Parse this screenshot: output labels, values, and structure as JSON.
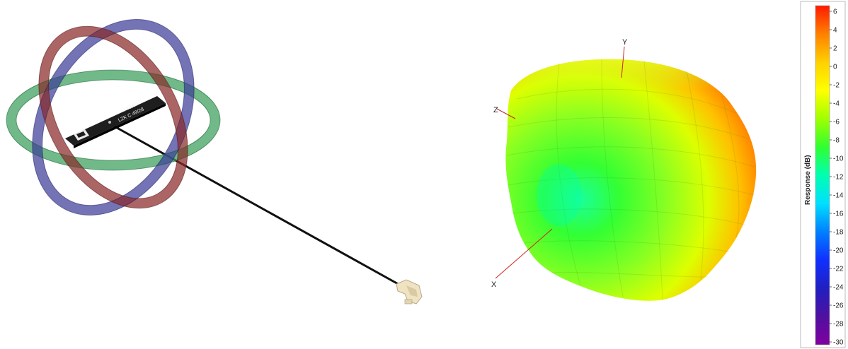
{
  "antenna": {
    "label_line1": "YYWW",
    "label_line2": "LZK C 49/28"
  },
  "pattern": {
    "axes": {
      "x": "X",
      "y": "Y",
      "z": "Z"
    }
  },
  "colorbar": {
    "title": "Response  (dB)",
    "ticks": [
      "6",
      "4",
      "2",
      "0",
      "-2",
      "-4",
      "-6",
      "-8",
      "-10",
      "-12",
      "-14",
      "-16",
      "-18",
      "-20",
      "-22",
      "-24",
      "-26",
      "-28",
      "-30"
    ],
    "min": -30,
    "max": 6,
    "gradient": [
      "#ff1a00",
      "#ff8000",
      "#ffd000",
      "#ffff00",
      "#a0ff00",
      "#30ff30",
      "#00ffb0",
      "#00e0ff",
      "#0080ff",
      "#1030ff",
      "#2020c0",
      "#5010a0",
      "#8000a0"
    ]
  }
}
